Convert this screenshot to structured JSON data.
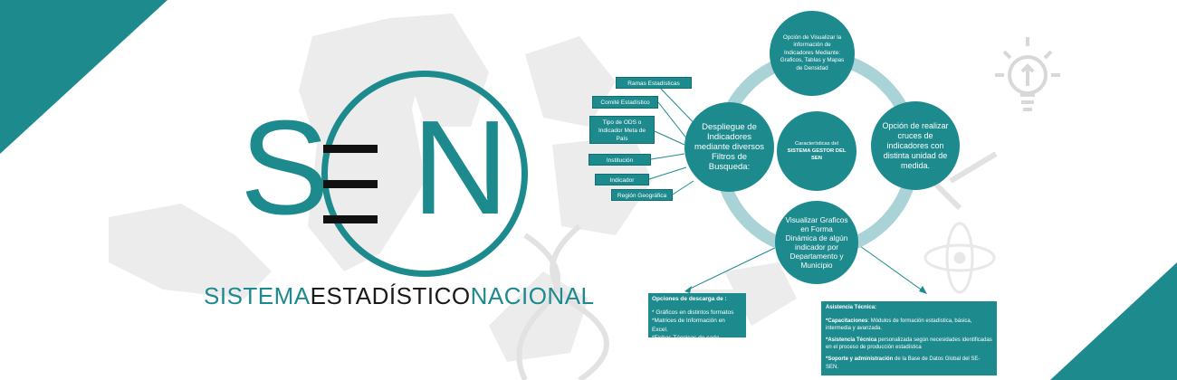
{
  "logo": {
    "letter_s": "S",
    "letter_n": "N",
    "tagline_1": "SISTEMA",
    "tagline_2": "ESTADÍSTICO",
    "tagline_3": "NACIONAL"
  },
  "tags": [
    "Ramas Estadísticas",
    "Comité Estadístico",
    "Tipo de ODS o Indicador Meta de País",
    "Institución",
    "Indicador",
    "Región Geográfica"
  ],
  "circles": {
    "left": "Despliegue de Indicadores mediante diversos Filtros de Busqueda:",
    "top": "Opción de Visualizar la información de Indicadores Mediante: Graficos, Tablas y Mapas de Densidad",
    "right": "Opción de realizar cruces de indicadores con distinta unidad de medida.",
    "bottom": "Visualizar Graficos en Forma Dinámica de algún indicador por Departamento y Municipio",
    "center_line1": "Características del",
    "center_line2": "SISTEMA GESTOR DEL SEN"
  },
  "download": {
    "title": "Opciones de descarga de :",
    "items": [
      "* Gráficos en distintos formatos",
      "*Matrices de Información en Excel.",
      "*Fichas Técnicas de cada Indicador."
    ]
  },
  "assistance": {
    "title": "Asistencia Técnica:",
    "item1_bold": "*Capacitaciones",
    "item1_rest": ": Módulos de formación estadística, básica, intermedia y avanzada.",
    "item2_bold": "*Asistencia Técnica",
    "item2_rest": " personalizada según necesidades identificadas en el proceso de producción estadística",
    "item3_bold": "*Soporte y administración",
    "item3_rest": " de la Base de Datos Global del SE-SEN."
  },
  "colors": {
    "teal": "#1d8a8e",
    "ring": "#a9d3d6"
  }
}
